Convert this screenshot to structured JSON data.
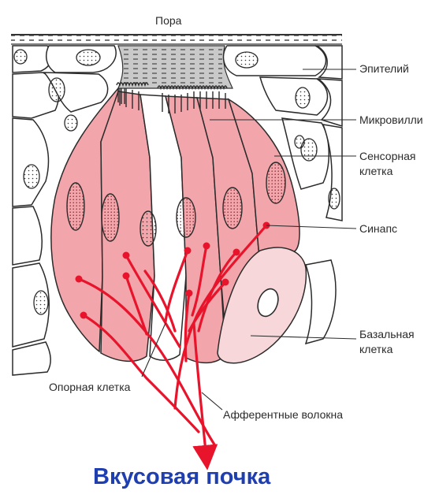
{
  "labels": {
    "pore": "Пора",
    "epithelium": "Эпителий",
    "microvilli": "Микровилли",
    "sensory_cell_line1": "Сенсорная",
    "sensory_cell_line2": "клетка",
    "synapse": "Синапс",
    "basal_cell_line1": "Базальная",
    "basal_cell_line2": "клетка",
    "support_cell": "Опорная клетка",
    "afferent_fibers": "Афферентные волокна"
  },
  "title": "Вкусовая почка",
  "colors": {
    "sensory_cell": "#f2a6ab",
    "basal_cell": "#f8d7da",
    "fiber": "#e8142c",
    "title": "#1f3fb0",
    "outline": "#2b2b2b"
  }
}
